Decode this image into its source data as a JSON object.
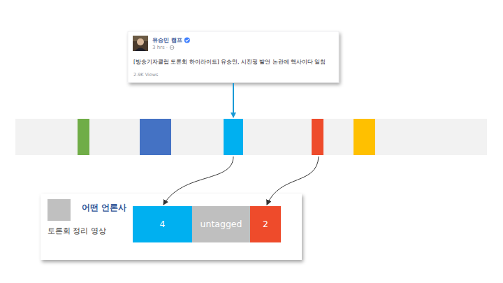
{
  "diagram": {
    "nodes": [
      {
        "text": [
          "유승민 캠프",
          "3 hrs ·",
          "[방송기자클럽 토론회 하이라이트] 유승민, 시진핑 발언 논란에 핵사이다 일침",
          "2.9K Views"
        ]
      },
      {
        "text": [
          "어떤 언론사",
          "토론회 정리 영상"
        ]
      },
      {
        "text": [
          "4"
        ],
        "in": 1
      },
      {
        "text": [
          "untagged"
        ],
        "in": 1
      },
      {
        "text": [
          "2"
        ],
        "in": 1
      }
    ]
  }
}
